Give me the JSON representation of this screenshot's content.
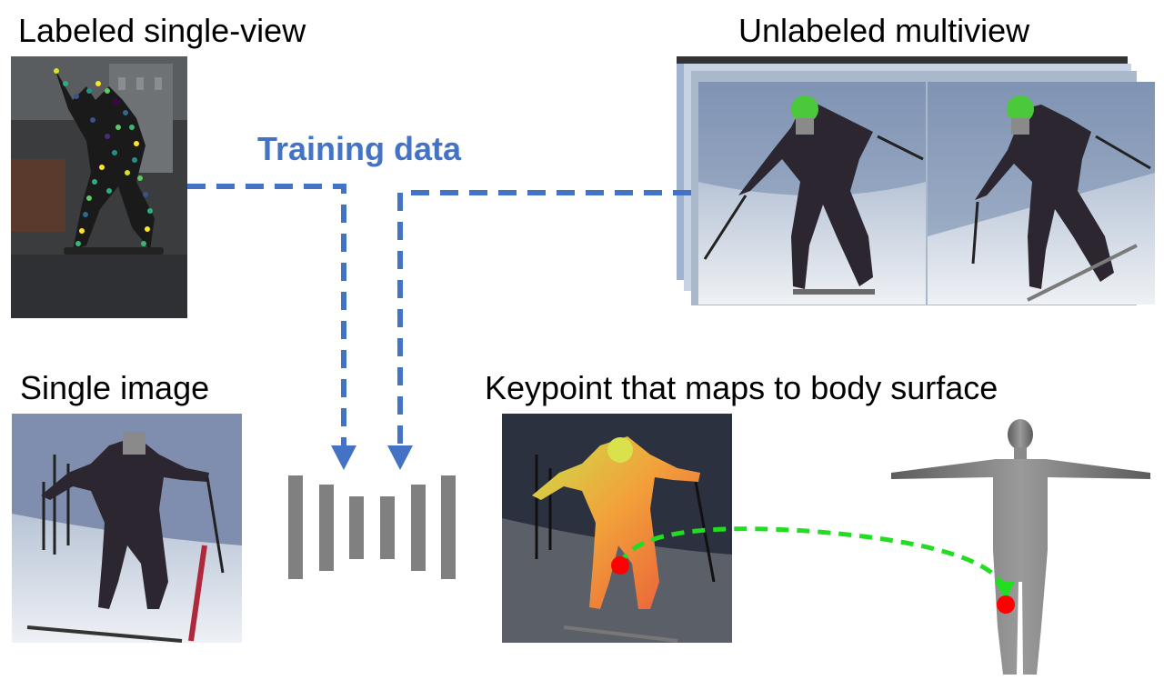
{
  "labels": {
    "labeled_single_view": "Labeled single-view",
    "unlabeled_multiview": "Unlabeled multiview",
    "training_data": "Training data",
    "single_image": "Single image",
    "keypoint_surface": "Keypoint that maps to body surface"
  },
  "colors": {
    "training_arrow": "#4472c4",
    "network_bars": "#808080",
    "mapping_arrow": "#22dd22",
    "keypoint_marker": "#ff0000"
  },
  "icons": {
    "network": "neural-network-icon",
    "body_model": "human-body-mesh-icon"
  }
}
